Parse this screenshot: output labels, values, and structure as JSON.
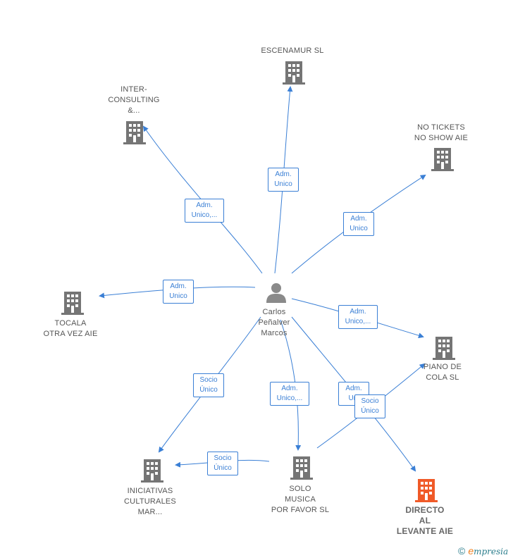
{
  "center": {
    "name": "Carlos\nPeñalver\nMarcos"
  },
  "companies": [
    {
      "id": "escenamur",
      "name": "ESCENAMUR SL"
    },
    {
      "id": "inter",
      "name": "INTER-\nCONSULTING\n&..."
    },
    {
      "id": "notickets",
      "name": "NO TICKETS\nNO SHOW  AIE"
    },
    {
      "id": "tocala",
      "name": "TOCALA\nOTRA VEZ  AIE"
    },
    {
      "id": "piano",
      "name": "PIANO DE\nCOLA  SL"
    },
    {
      "id": "iniciativas",
      "name": "INICIATIVAS\nCULTURALES\nMAR..."
    },
    {
      "id": "solo",
      "name": "SOLO\nMUSICA\nPOR FAVOR  SL"
    },
    {
      "id": "directo",
      "name": "DIRECTO\nAL\nLEVANTE  AIE",
      "highlight": true
    }
  ],
  "relations": [
    {
      "id": "r-escenamur",
      "label": "Adm.\nUnico"
    },
    {
      "id": "r-inter",
      "label": "Adm.\nUnico,..."
    },
    {
      "id": "r-notickets",
      "label": "Adm.\nUnico"
    },
    {
      "id": "r-tocala",
      "label": "Adm.\nUnico"
    },
    {
      "id": "r-piano",
      "label": "Adm.\nUnico,..."
    },
    {
      "id": "r-iniciativas",
      "label": "Socio\nÚnico"
    },
    {
      "id": "r-solo",
      "label": "Adm.\nUnico,..."
    },
    {
      "id": "r-directo",
      "label": "Adm.\nUni"
    },
    {
      "id": "r-solo-piano",
      "label": "Socio\nÚnico"
    },
    {
      "id": "r-solo-iniciativas",
      "label": "Socio\nÚnico"
    }
  ],
  "colors": {
    "edge": "#3a7fd5",
    "building": "#757575",
    "building_highlight": "#f05a28",
    "person": "#8a8a8a"
  },
  "footer": {
    "copyright": "©",
    "brand_initial": "e",
    "brand_rest": "mpresia"
  }
}
